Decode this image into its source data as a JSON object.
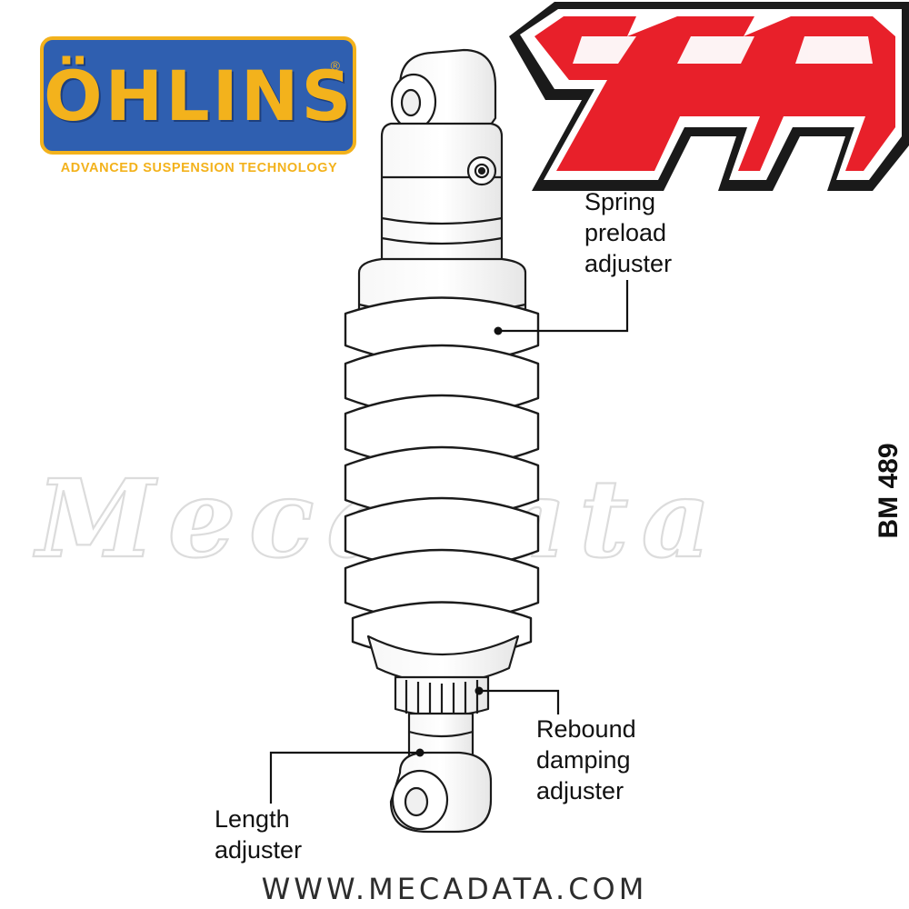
{
  "brand": {
    "ohlins_name": "ÖHLINS",
    "ohlins_registered": "®",
    "ohlins_tagline": "ADVANCED SUSPENSION TECHNOLOGY",
    "ohlins_colors": {
      "blue": "#2f5fb0",
      "gold": "#f3b21c"
    },
    "mecadata_logo_letter": "M",
    "mecadata_logo_color": "#e8202a",
    "watermark_text": "Mecadata"
  },
  "product": {
    "code": "BM 489",
    "diagram_subject": "rear shock absorber"
  },
  "callouts": {
    "spring_preload": [
      "Spring",
      "preload",
      "adjuster"
    ],
    "rebound_damping": [
      "Rebound",
      "damping",
      "adjuster"
    ],
    "length": [
      "Length",
      "adjuster"
    ]
  },
  "footer": {
    "url": "WWW.MECADATA.COM"
  }
}
